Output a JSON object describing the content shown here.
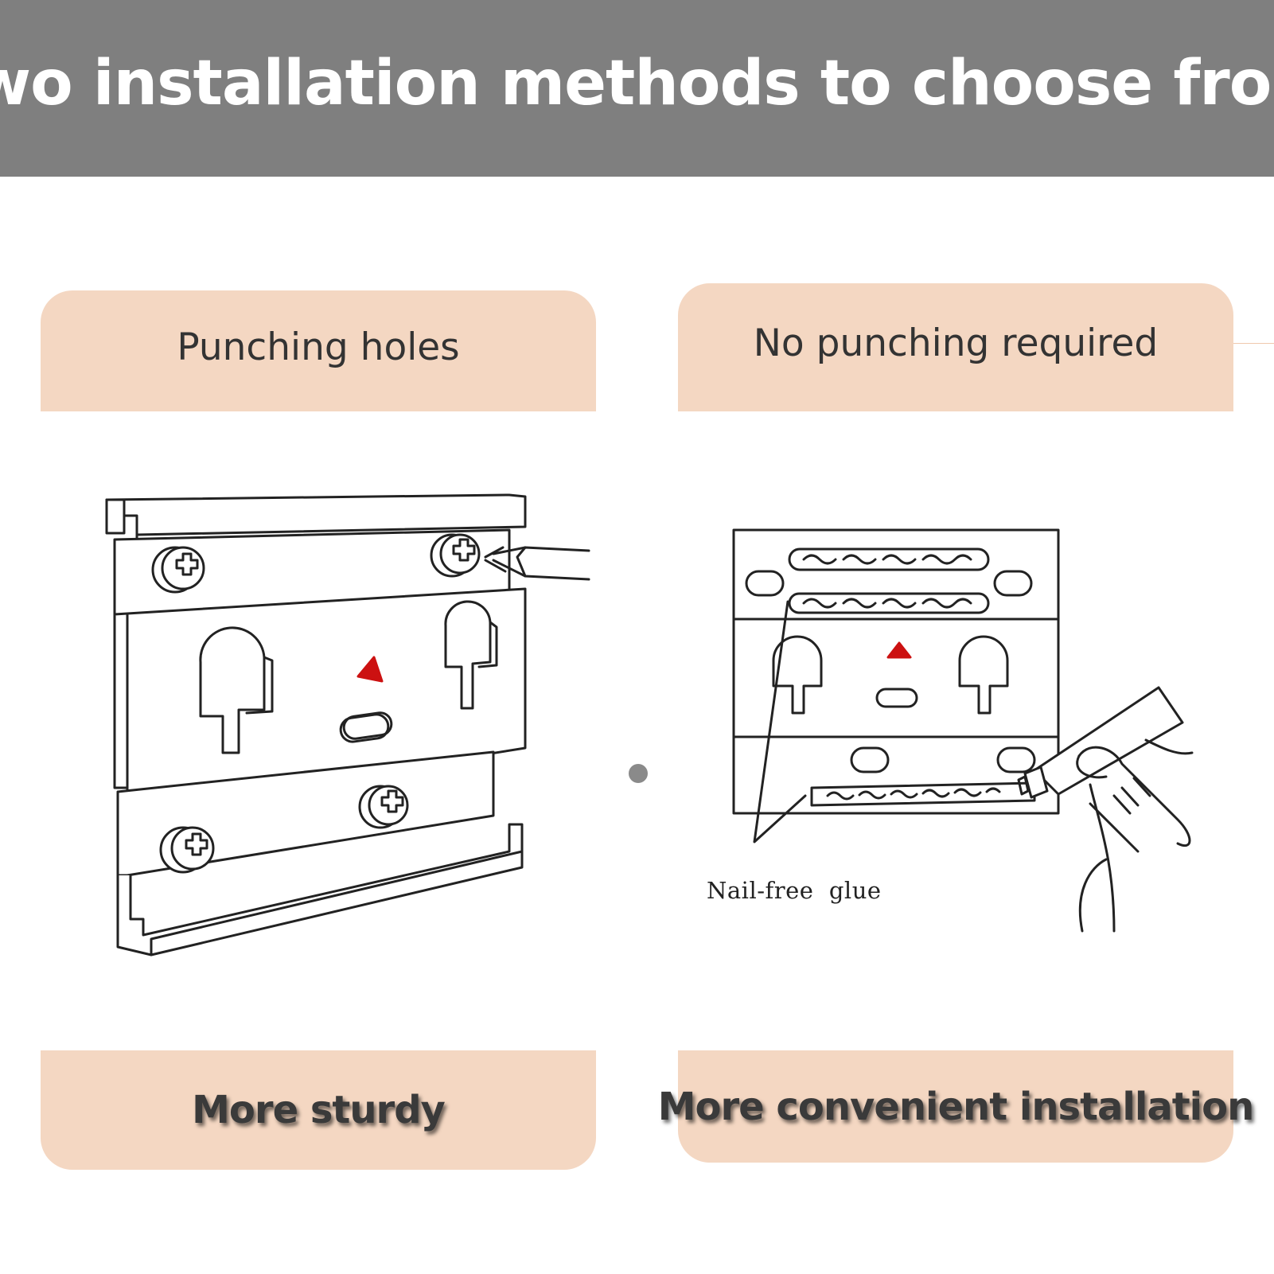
{
  "header": {
    "title": "Two installation methods to choose from"
  },
  "methods": [
    {
      "title": "Punching holes",
      "benefit": "More sturdy"
    },
    {
      "title": "No punching required",
      "benefit": "More convenient installation"
    }
  ],
  "annotation": {
    "glue_label": "Nail-free  glue"
  },
  "colors": {
    "header_bg": "#7f7f7f",
    "pill_bg": "#f4d7c2",
    "marker_red": "#cc1111"
  },
  "icons": [
    "screw-icon",
    "screwdriver-icon",
    "triangle-marker-icon",
    "keyhole-slot-icon",
    "glue-tube-icon",
    "hand-icon"
  ]
}
